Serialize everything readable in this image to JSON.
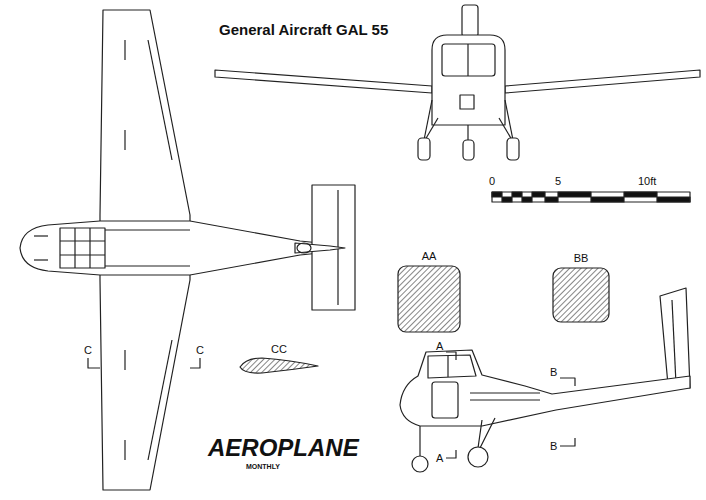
{
  "diagram": {
    "title": "General Aircraft GAL 55",
    "labels": [
      "0",
      "5",
      "10ft",
      "AA",
      "BB",
      "CC",
      "C",
      "C",
      "A",
      "A",
      "B",
      "B",
      "AEROPLANE",
      "MONTHLY"
    ]
  }
}
